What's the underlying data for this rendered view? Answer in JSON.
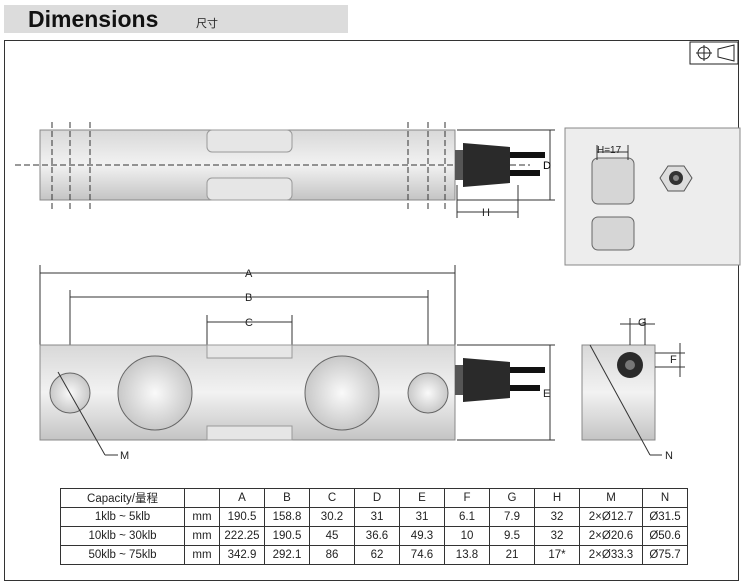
{
  "header": {
    "title": "Dimensions",
    "subtitle": "尺寸"
  },
  "labels": {
    "A": "A",
    "B": "B",
    "C": "C",
    "D": "D",
    "E": "E",
    "F": "F",
    "G": "G",
    "H": "H",
    "M": "M",
    "N": "N",
    "H17": "H=17"
  },
  "table": {
    "headers": [
      "Capacity/量程",
      "",
      "A",
      "B",
      "C",
      "D",
      "E",
      "F",
      "G",
      "H",
      "M",
      "N"
    ],
    "rows": [
      [
        "1klb ~ 5klb",
        "mm",
        "190.5",
        "158.8",
        "30.2",
        "31",
        "31",
        "6.1",
        "7.9",
        "32",
        "2×Ø12.7",
        "Ø31.5"
      ],
      [
        "10klb ~ 30klb",
        "mm",
        "222.25",
        "190.5",
        "45",
        "36.6",
        "49.3",
        "10",
        "9.5",
        "32",
        "2×Ø20.6",
        "Ø50.6"
      ],
      [
        "50klb ~ 75klb",
        "mm",
        "342.9",
        "292.1",
        "86",
        "62",
        "74.6",
        "13.8",
        "21",
        "17*",
        "2×Ø33.3",
        "Ø75.7"
      ]
    ]
  }
}
